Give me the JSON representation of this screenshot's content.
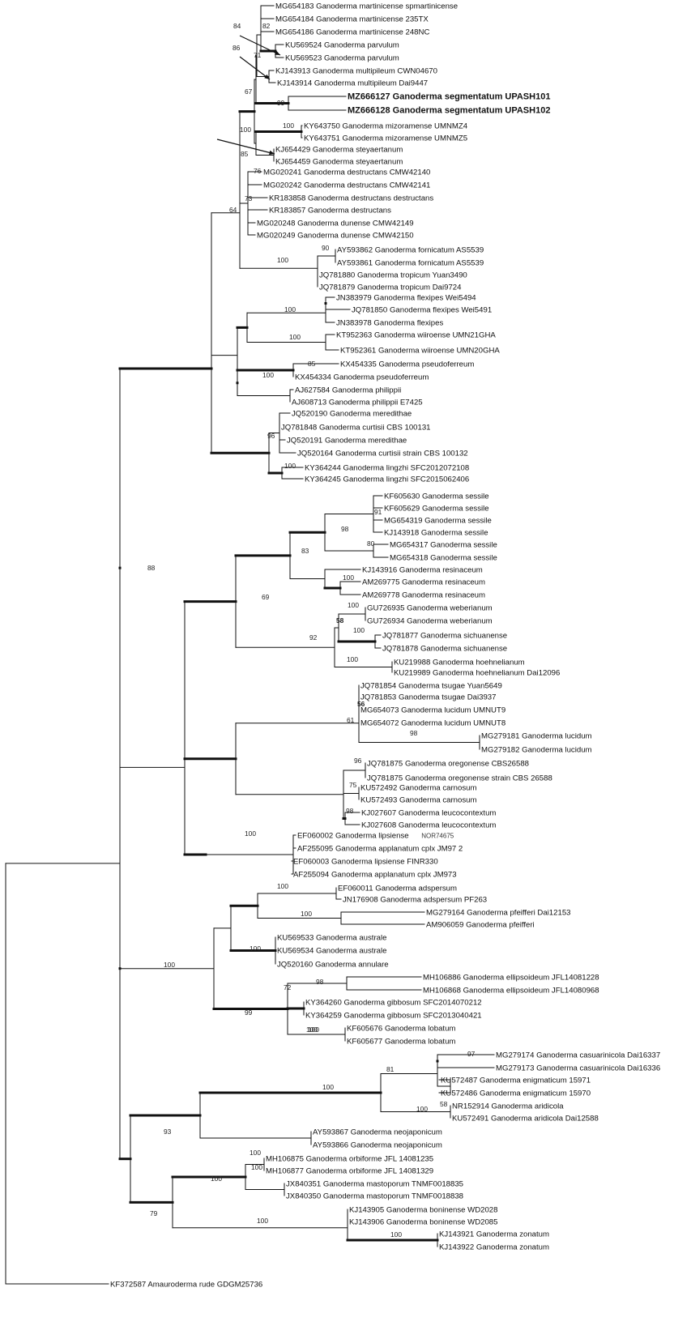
{
  "tree": {
    "branches": [
      {
        "n": "root",
        "p": null,
        "x": 0.01,
        "len": 0.0,
        "bs": ""
      },
      {
        "n": "B0",
        "p": "root",
        "x": 0.18,
        "len": 0.0,
        "bs": ""
      },
      {
        "n": "B1",
        "p": "B0",
        "x": 0.27,
        "len": 0.0,
        "bs": "88",
        "bold": true
      },
      {
        "n": "B2",
        "p": "B1",
        "x": 0.3,
        "len": 0.0,
        "bs": "64"
      },
      {
        "n": "B3",
        "p": "B2",
        "x": 0.36,
        "len": 0.0,
        "bs": "85"
      },
      {
        "n": "B4",
        "p": "B3",
        "x": 0.38,
        "len": 0.0,
        "bs": "67"
      },
      {
        "n": "B5",
        "p": "B4",
        "x": 0.395,
        "len": 0.0,
        "bs": "71"
      },
      {
        "n": "B6",
        "p": "B5",
        "x": 0.405,
        "len": 0.0,
        "bs": ""
      },
      {
        "n": "B7",
        "p": "B6",
        "x": 0.41,
        "len": 0.0,
        "bs": "82"
      },
      {
        "n": "B8",
        "p": "B6",
        "x": 0.41,
        "len": 0.0,
        "bs": "84"
      },
      {
        "n": "B9",
        "p": "B5",
        "x": 0.405,
        "len": 0.0,
        "bs": "86"
      },
      {
        "n": "B10",
        "p": "B4",
        "x": 0.395,
        "len": 0.0,
        "bs": "99"
      },
      {
        "n": "B11",
        "p": "B3",
        "x": 0.38,
        "len": 0.0,
        "bs": "100"
      },
      {
        "n": "B12",
        "p": "B11",
        "x": 0.455,
        "len": 0.0,
        "bs": "100"
      },
      {
        "n": "B13",
        "p": "B11",
        "x": 0.41,
        "len": 0.0,
        "bs": ""
      }
    ],
    "taxa": [
      {
        "label": "MG654183 Ganoderma martinicense spmartinicense"
      },
      {
        "label": "MG654184 Ganoderma martinicense 235TX"
      },
      {
        "label": "MG654186 Ganoderma martinicense 248NC"
      },
      {
        "label": "KU569524 Ganoderma parvulum"
      },
      {
        "label": "KU569523 Ganoderma parvulum"
      },
      {
        "label": "KJ143913 Ganoderma multipileum CWN04670"
      },
      {
        "label": "KJ143914 Ganoderma multipileum Dai9447"
      },
      {
        "label": "MZ666127 Ganoderma segmentatum UPASH101",
        "bold": true
      },
      {
        "label": "MZ666128 Ganoderma segmentatum UPASH102",
        "bold": true
      },
      {
        "label": "KY643750 Ganoderma mizoramense UMNMZ4"
      },
      {
        "label": "KY643751 Ganoderma mizoramense UMNMZ5"
      },
      {
        "label": "KJ654429 Ganoderma steyaertanum"
      },
      {
        "label": "KJ654459 Ganoderma steyaertanum"
      },
      {
        "label": "MG020241 Ganoderma destructans CMW42140"
      },
      {
        "label": "MG020242 Ganoderma destructans CMW42141"
      },
      {
        "label": "KR183858 Ganoderma destructans destructans"
      },
      {
        "label": "KR183857 Ganoderma destructans"
      },
      {
        "label": "MG020248 Ganoderma dunense CMW42149"
      },
      {
        "label": "MG020249 Ganoderma dunense CMW42150"
      },
      {
        "label": "AY593862 Ganoderma fornicatum AS5539"
      },
      {
        "label": "AY593861 Ganoderma fornicatum AS5539"
      },
      {
        "label": "JQ781880 Ganoderma tropicum Yuan3490"
      },
      {
        "label": "JQ781879 Ganoderma tropicum Dai9724"
      },
      {
        "label": "JN383979 Ganoderma flexipes Wei5494"
      },
      {
        "label": "JQ781850 Ganoderma flexipes Wei5491"
      },
      {
        "label": "JN383978 Ganoderma flexipes"
      },
      {
        "label": "KT952363 Ganoderma wiiroense UMN21GHA"
      },
      {
        "label": "KT952361 Ganoderma wiiroense UMN20GHA"
      },
      {
        "label": "KX454335 Ganoderma pseudoferreum"
      },
      {
        "label": "KX454334 Ganoderma pseudoferreum"
      },
      {
        "label": "AJ627584 Ganoderma philippii"
      },
      {
        "label": "AJ608713 Ganoderma philippii E7425"
      },
      {
        "label": "JQ520190 Ganoderma meredithae"
      },
      {
        "label": "JQ781848 Ganoderma curtisii CBS 100131"
      },
      {
        "label": "JQ520191 Ganoderma meredithae"
      },
      {
        "label": "JQ520164 Ganoderma curtisii strain CBS 100132"
      },
      {
        "label": "KY364244 Ganoderma lingzhi SFC2012072108"
      },
      {
        "label": "KY364245 Ganoderma lingzhi SFC2015062406"
      },
      {
        "label": "KF605630 Ganoderma sessile"
      },
      {
        "label": "KF605629 Ganoderma sessile"
      },
      {
        "label": "MG654319 Ganoderma sessile"
      },
      {
        "label": "KJ143918 Ganoderma sessile"
      },
      {
        "label": "MG654317 Ganoderma sessile"
      },
      {
        "label": "MG654318 Ganoderma sessile"
      },
      {
        "label": "KJ143916 Ganoderma resinaceum"
      },
      {
        "label": "AM269775 Ganoderma resinaceum"
      },
      {
        "label": "AM269778 Ganoderma resinaceum"
      },
      {
        "label": "GU726935 Ganoderma weberianum"
      },
      {
        "label": "GU726934 Ganoderma weberianum"
      },
      {
        "label": "JQ781877 Ganoderma sichuanense"
      },
      {
        "label": "JQ781878 Ganoderma sichuanense"
      },
      {
        "label": "KU219988 Ganoderma hoehnelianum"
      },
      {
        "label": "KU219989 Ganoderma hoehnelianum Dai12096"
      },
      {
        "label": "JQ781854 Ganoderma tsugae Yuan5649"
      },
      {
        "label": "JQ781853 Ganoderma tsugae Dai3937"
      },
      {
        "label": "MG654073 Ganoderma lucidum UMNUT9"
      },
      {
        "label": "MG654072 Ganoderma lucidum UMNUT8"
      },
      {
        "label": "MG279181 Ganoderma lucidum"
      },
      {
        "label": "MG279182 Ganoderma lucidum"
      },
      {
        "label": "JQ781875 Ganoderma oregonense CBS26588"
      },
      {
        "label": "JQ781875 Ganoderma oregonense strain CBS 26588"
      },
      {
        "label": "KU572492 Ganoderma carnosum"
      },
      {
        "label": "KU572493 Ganoderma carnosum"
      },
      {
        "label": "KJ027607 Ganoderma leucocontextum"
      },
      {
        "label": "KJ027608 Ganoderma leucocontextum"
      },
      {
        "label": "EF060002 Ganoderma lipsiense",
        "suffix": "NOR74675"
      },
      {
        "label": "AF255095 Ganoderma applanatum cplx JM97 2"
      },
      {
        "label": "EF060003 Ganoderma lipsiense FINR330"
      },
      {
        "label": "AF255094 Ganoderma applanatum cplx JM973"
      },
      {
        "label": "EF060011 Ganoderma adspersum"
      },
      {
        "label": "JN176908 Ganoderma adspersum PF263"
      },
      {
        "label": "MG279164 Ganoderma pfeifferi Dai12153"
      },
      {
        "label": "AM906059 Ganoderma pfeifferi"
      },
      {
        "label": "KU569533 Ganoderma australe"
      },
      {
        "label": "KU569534 Ganoderma australe"
      },
      {
        "label": "JQ520160 Ganoderma annulare"
      },
      {
        "label": "MH106886 Ganoderma ellipsoideum JFL14081228"
      },
      {
        "label": "MH106868 Ganoderma ellipsoideum JFL14080968"
      },
      {
        "label": "KY364260 Ganoderma gibbosum SFC2014070212"
      },
      {
        "label": "KY364259 Ganoderma gibbosum SFC2013040421"
      },
      {
        "label": "KF605676 Ganoderma lobatum"
      },
      {
        "label": "KF605677 Ganoderma lobatum"
      },
      {
        "label": "MG279174 Ganoderma casuarinicola Dai16337"
      },
      {
        "label": "MG279173 Ganoderma casuarinicola Dai16336"
      },
      {
        "label": "KU572487 Ganoderma enigmaticum 15971"
      },
      {
        "label": "KU572486 Ganoderma enigmaticum 15970"
      },
      {
        "label": "NR152914 Ganoderma aridicola"
      },
      {
        "label": "KU572491 Ganoderma aridicola Dai12588"
      },
      {
        "label": "AY593867 Ganoderma neojaponicum"
      },
      {
        "label": "AY593866 Ganoderma neojaponicum"
      },
      {
        "label": "MH106875 Ganoderma orbiforme JFL 14081235"
      },
      {
        "label": "MH106877 Ganoderma orbiforme JFL 14081329"
      },
      {
        "label": "JX840351 Ganoderma mastoporum TNMF0018835"
      },
      {
        "label": "JX840350 Ganoderma mastoporum TNMF0018838"
      },
      {
        "label": "KJ143905 Ganoderma boninense WD2028"
      },
      {
        "label": "KJ143906 Ganoderma boninense WD2085"
      },
      {
        "label": "KJ143921 Ganoderma zonatum"
      },
      {
        "label": "KJ143922 Ganoderma zonatum"
      },
      {
        "label": "KF372587 Amauroderma rude GDGM25736"
      }
    ],
    "bootstrap": [
      "84",
      "82",
      "86",
      "71",
      "67",
      "99",
      "100",
      "100",
      "85",
      "76",
      "73",
      "64",
      "90",
      "100",
      "100",
      "100",
      "100",
      "85",
      "96",
      "100",
      "88",
      "91",
      "98",
      "80",
      "83",
      "100",
      "69",
      "100",
      "58",
      "100",
      "92",
      "100",
      "56",
      "61",
      "98",
      "96",
      "75",
      "98",
      "100",
      "100",
      "100",
      "100",
      "100",
      "98",
      "72",
      "99",
      "100",
      "100",
      "97",
      "81",
      "100",
      "58",
      "100",
      "93",
      "100",
      "100",
      "100",
      "79",
      "100",
      "100"
    ]
  }
}
